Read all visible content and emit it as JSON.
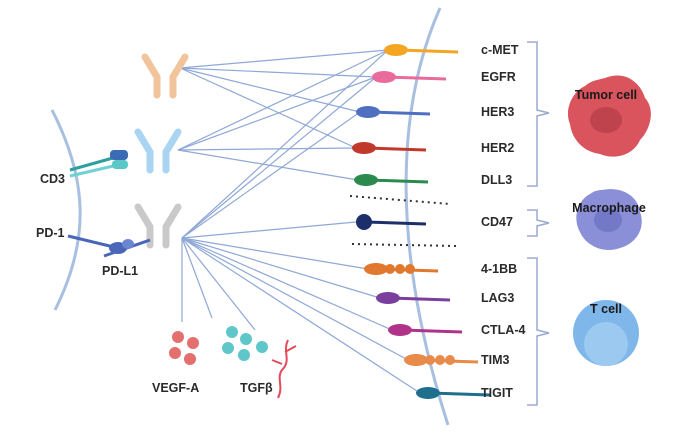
{
  "left_labels": {
    "cd3": "CD3",
    "pd1": "PD-1",
    "pdl1": "PD-L1"
  },
  "soluble_labels": {
    "vegfa": "VEGF-A",
    "tgfb": "TGFβ"
  },
  "receptors": [
    {
      "label": "c-MET",
      "color": "#f4a623"
    },
    {
      "label": "EGFR",
      "color": "#e96b9c"
    },
    {
      "label": "HER3",
      "color": "#4f6fc0"
    },
    {
      "label": "HER2",
      "color": "#c0392b"
    },
    {
      "label": "DLL3",
      "color": "#2d8a4e"
    },
    {
      "label": "CD47",
      "color": "#1c2f6b"
    },
    {
      "label": "4-1BB",
      "color": "#e0782e"
    },
    {
      "label": "LAG3",
      "color": "#7a3e9d"
    },
    {
      "label": "CTLA-4",
      "color": "#b0338a"
    },
    {
      "label": "TIM3",
      "color": "#e88a4a"
    },
    {
      "label": "TIGIT",
      "color": "#1e6f8c"
    }
  ],
  "cells": {
    "tumor": {
      "label": "Tumor cell",
      "color": "#d9545c"
    },
    "macrophage": {
      "label": "Macrophage",
      "color": "#8a8fd8"
    },
    "tcell": {
      "label": "T cell",
      "color": "#7fb7ea"
    }
  },
  "antibody_colors": {
    "top": "#f2c49b",
    "middle": "#a9d4f2",
    "bottom": "#c9c9c9"
  },
  "line_color": "#8fa8d6"
}
